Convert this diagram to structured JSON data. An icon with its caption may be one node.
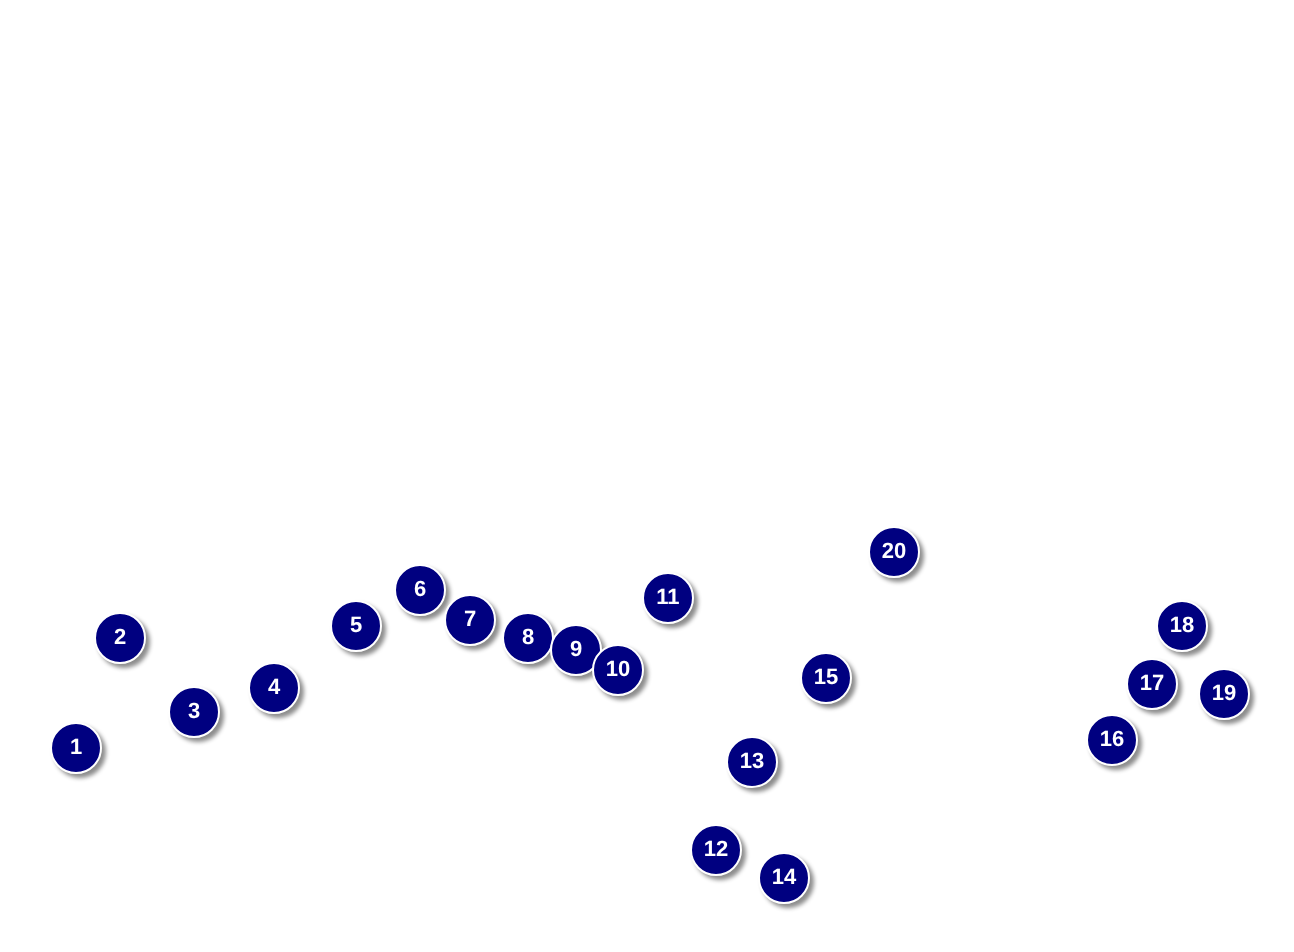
{
  "diagram": {
    "nodes": [
      {
        "text": [
          "1"
        ]
      },
      {
        "text": [
          "2"
        ]
      },
      {
        "text": [
          "3"
        ]
      },
      {
        "text": [
          "4"
        ]
      },
      {
        "text": [
          "5"
        ]
      },
      {
        "text": [
          "6"
        ]
      },
      {
        "text": [
          "7"
        ]
      },
      {
        "text": [
          "8"
        ]
      },
      {
        "text": [
          "9"
        ]
      },
      {
        "text": [
          "10"
        ]
      },
      {
        "text": [
          "11"
        ]
      },
      {
        "text": [
          "12"
        ]
      },
      {
        "text": [
          "13"
        ]
      },
      {
        "text": [
          "14"
        ]
      },
      {
        "text": [
          "15"
        ]
      },
      {
        "text": [
          "16"
        ]
      },
      {
        "text": [
          "17"
        ]
      },
      {
        "text": [
          "18"
        ]
      },
      {
        "text": [
          "19"
        ]
      },
      {
        "text": [
          "20"
        ]
      }
    ],
    "edges": []
  }
}
